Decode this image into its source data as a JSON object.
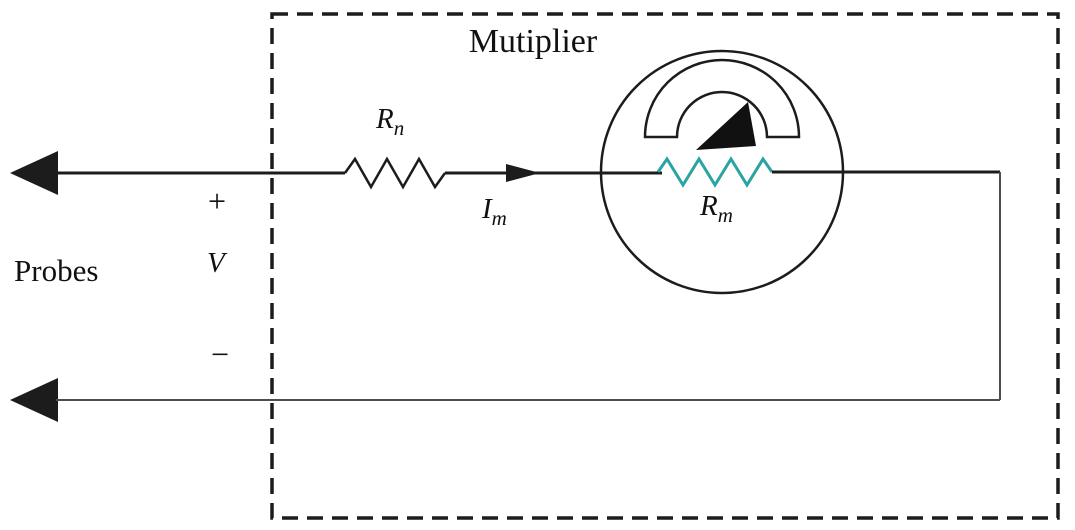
{
  "diagram": {
    "type": "circuit-schematic",
    "title": "Mutiplier",
    "probes_label": "Probes",
    "terminal_plus": "+",
    "terminal_minus": "−",
    "voltage_label": "V",
    "series_resistor_label": {
      "base": "R",
      "sub": "n"
    },
    "meter_current_label": {
      "base": "I",
      "sub": "m"
    },
    "meter_resistor_label": {
      "base": "R",
      "sub": "m"
    },
    "colors": {
      "wire": "#1c1c1c",
      "return_wire": "#4d4d4d",
      "meter_resistor": "#2ba3a3",
      "enclosure": "#1c1c1c"
    }
  }
}
